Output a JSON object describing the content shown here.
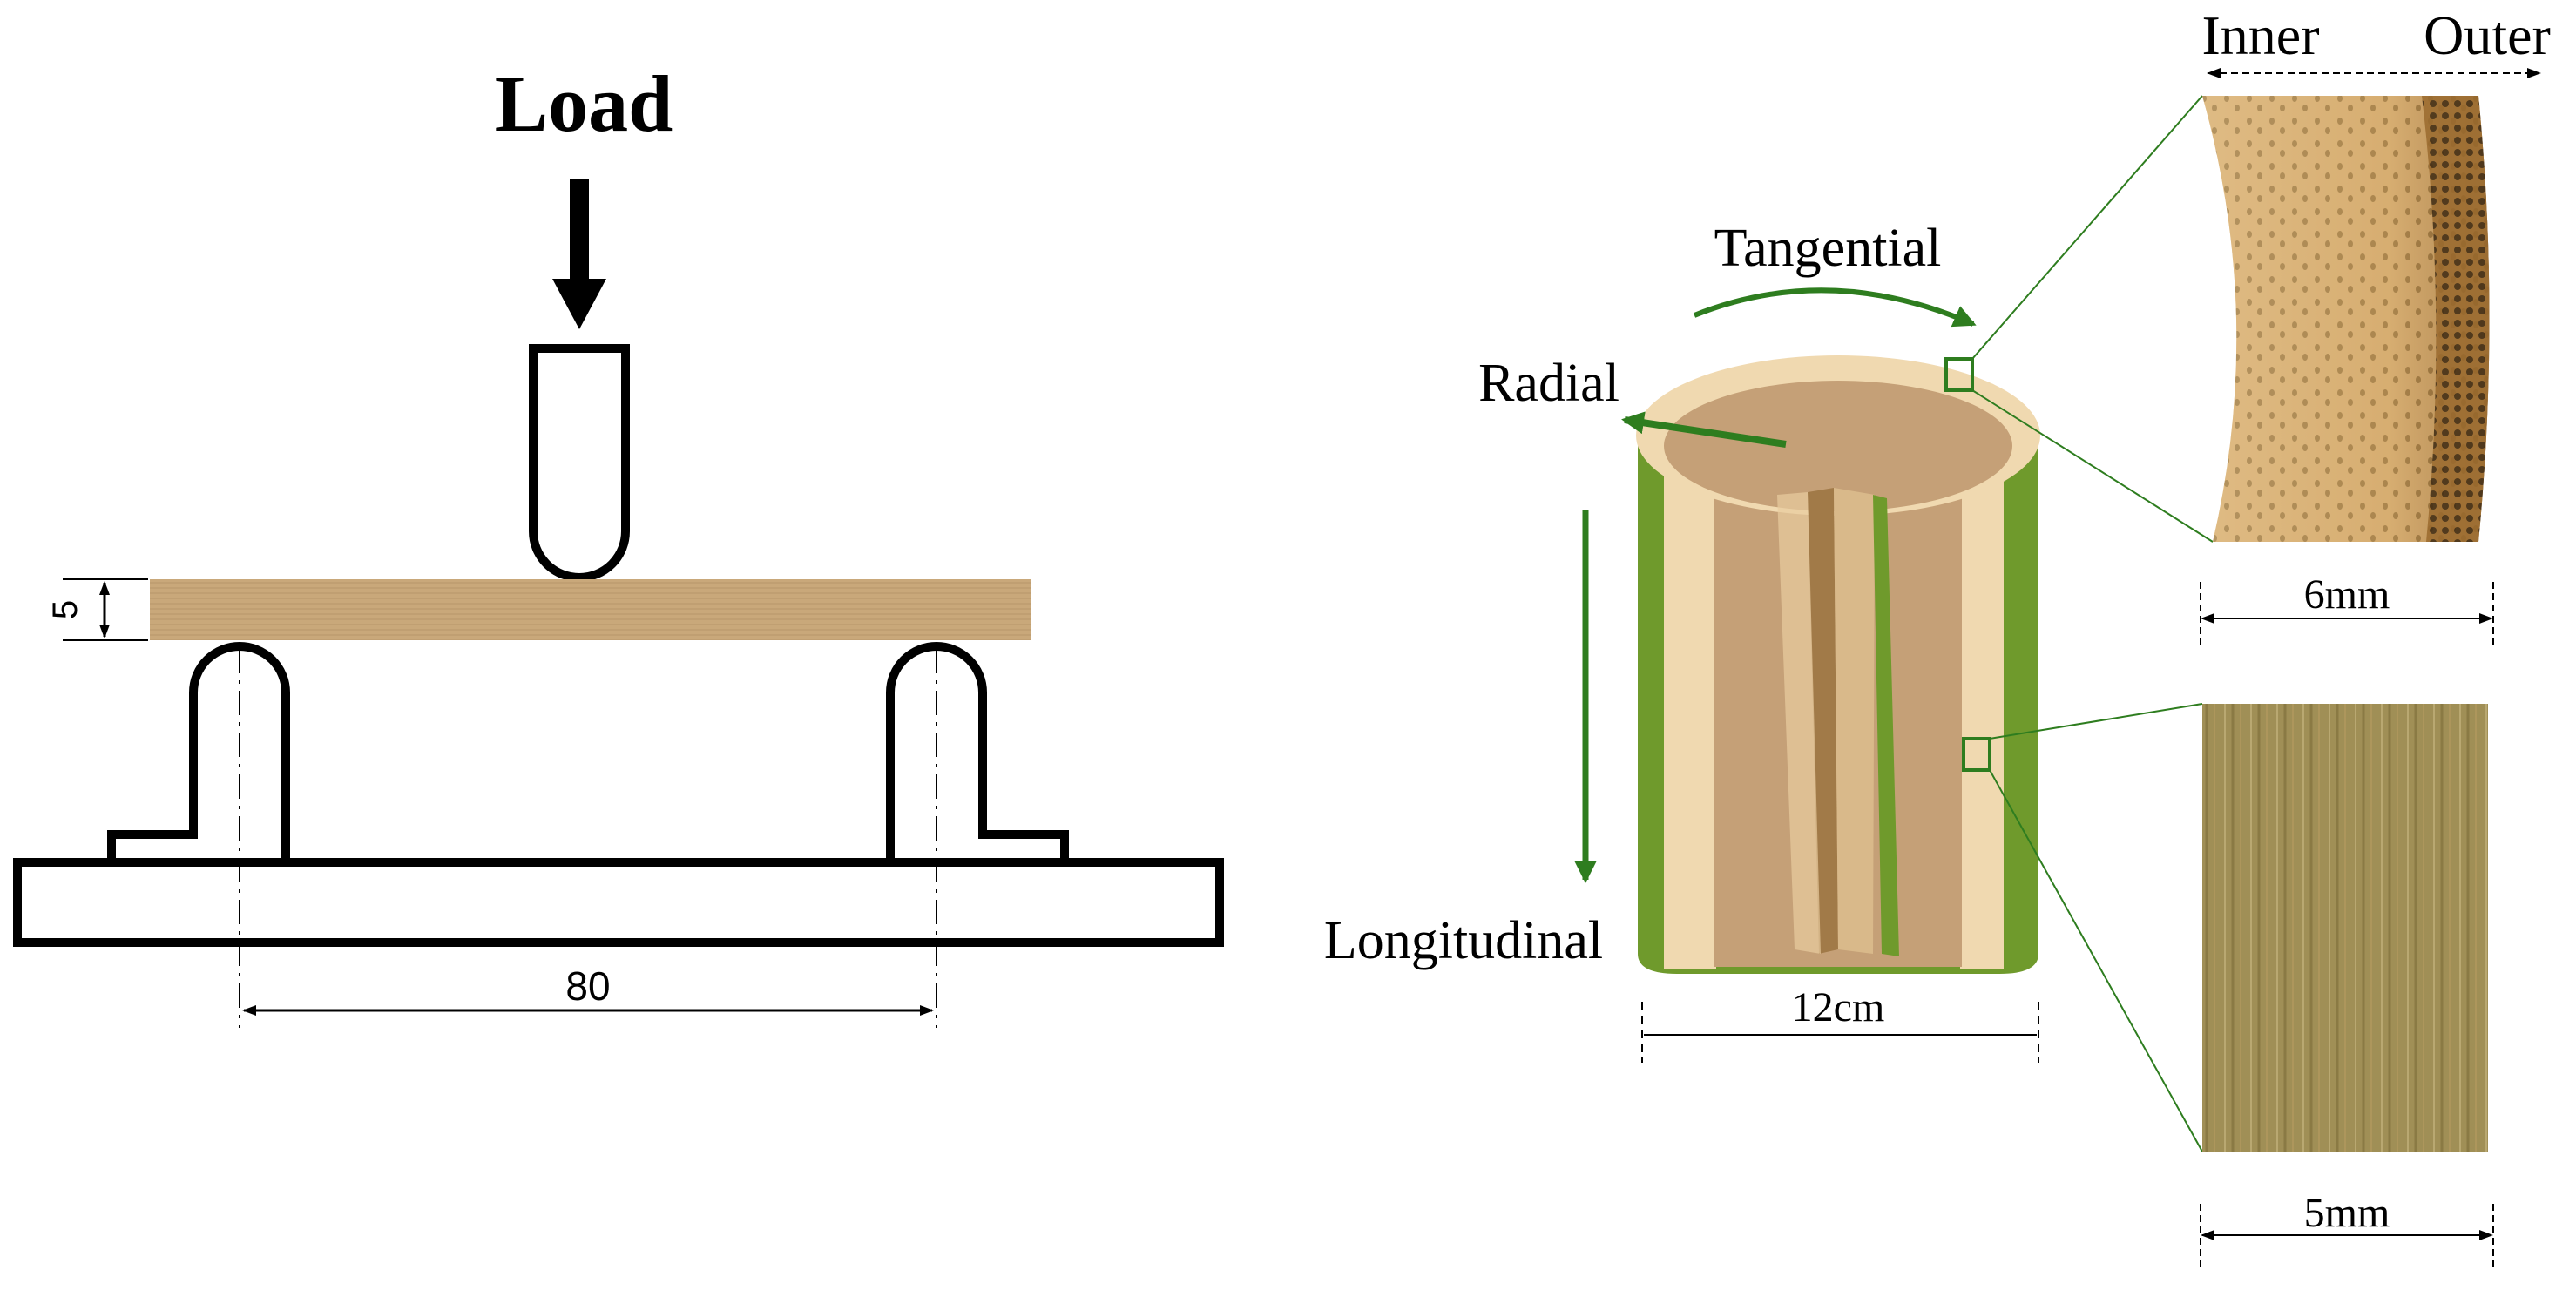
{
  "left_panel": {
    "load_label": "Load",
    "thickness_label": "5",
    "span_label": "80"
  },
  "right_panel": {
    "tangential_label": "Tangential",
    "radial_label": "Radial",
    "longitudinal_label": "Longitudinal",
    "diameter_label": "12cm",
    "inner_label": "Inner",
    "outer_label": "Outer",
    "cross_section_scale_label": "6mm",
    "longitudinal_scale_label": "5mm"
  },
  "colors": {
    "specimen": "#c9a87a",
    "bamboo_green": "#6f9a2c",
    "bamboo_inner": "#f0d9b0",
    "bamboo_cavity": "#c5a077",
    "arrow_green": "#2e7d1f"
  }
}
